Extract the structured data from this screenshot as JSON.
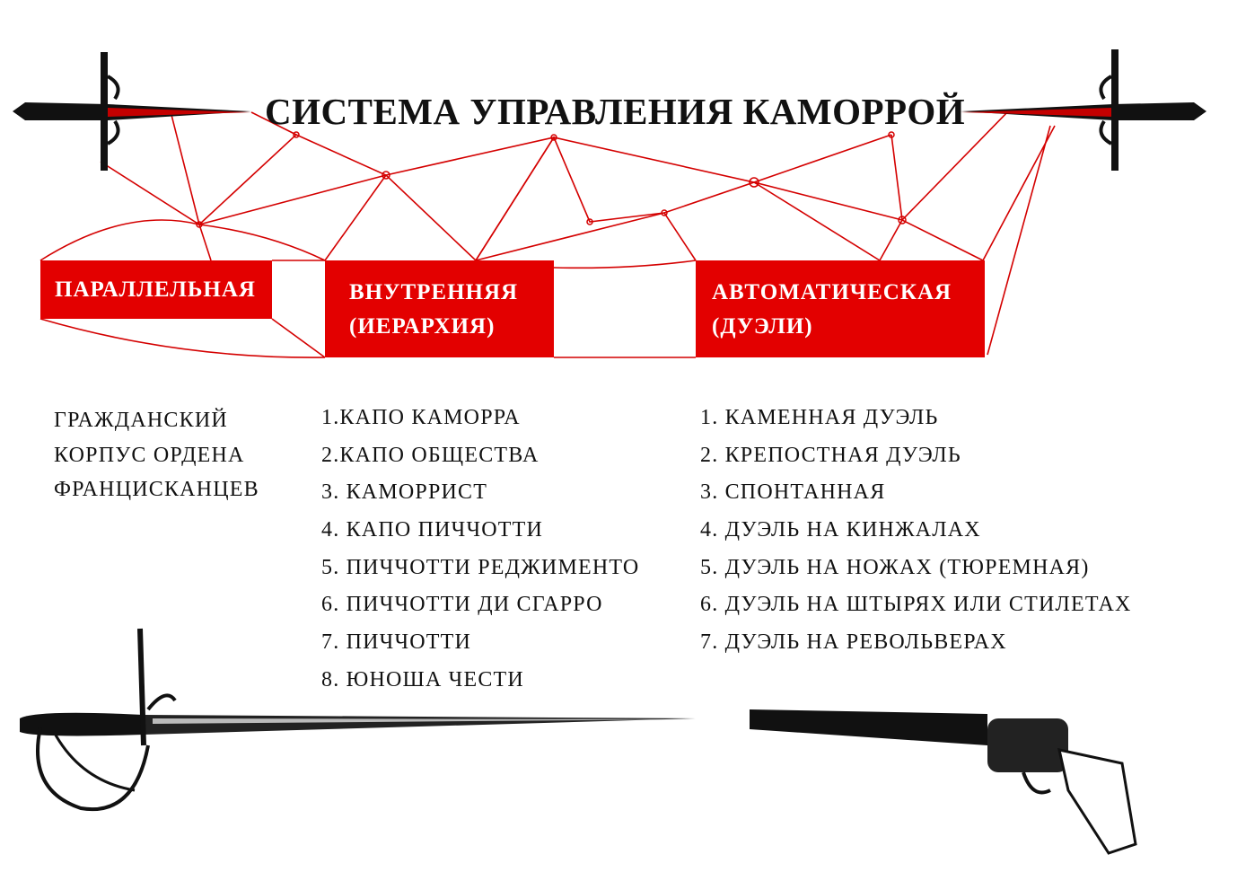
{
  "title": "СИСТЕМА УПРАВЛЕНИЯ КАМОРРОЙ",
  "colors": {
    "accent": "#e30000",
    "text": "#111111"
  },
  "boxes": [
    {
      "lines": [
        "ПАРАЛЛЕЛЬНАЯ"
      ]
    },
    {
      "lines": [
        "ВНУТРЕННЯЯ",
        "(ИЕРАРХИЯ)"
      ]
    },
    {
      "lines": [
        "АВТОМАТИЧЕСКАЯ",
        "(ДУЭЛИ)"
      ]
    }
  ],
  "parallel": [
    "ГРАЖДАНСКИЙ",
    "КОРПУС ОРДЕНА",
    "ФРАНЦИСКАНЦЕВ"
  ],
  "hierarchy": [
    "1.КАПО КАМОРРА",
    "2.КАПО ОБЩЕСТВА",
    "3. КАМОРРИСТ",
    "4. КАПО ПИЧЧОТТИ",
    "5. ПИЧЧОТТИ РЕДЖИМЕНТО",
    "6. ПИЧЧОТТИ ДИ СГАРРО",
    "7. ПИЧЧОТТИ",
    "8. ЮНОША ЧЕСТИ"
  ],
  "duels": [
    "1. КАМЕННАЯ ДУЭЛЬ",
    "2. КРЕПОСТНАЯ ДУЭЛЬ",
    "3. СПОНТАННАЯ",
    "4. ДУЭЛЬ НА КИНЖАЛАХ",
    "5. ДУЭЛЬ НА НОЖАХ (ТЮРЕМНАЯ)",
    "6. ДУЭЛЬ НА ШТЫРЯХ ИЛИ СТИЛЕТАХ",
    "7. ДУЭЛЬ НА РЕВОЛЬВЕРАХ"
  ],
  "icons": [
    "dagger-left-icon",
    "dagger-right-icon",
    "rapier-icon",
    "revolver-icon"
  ]
}
